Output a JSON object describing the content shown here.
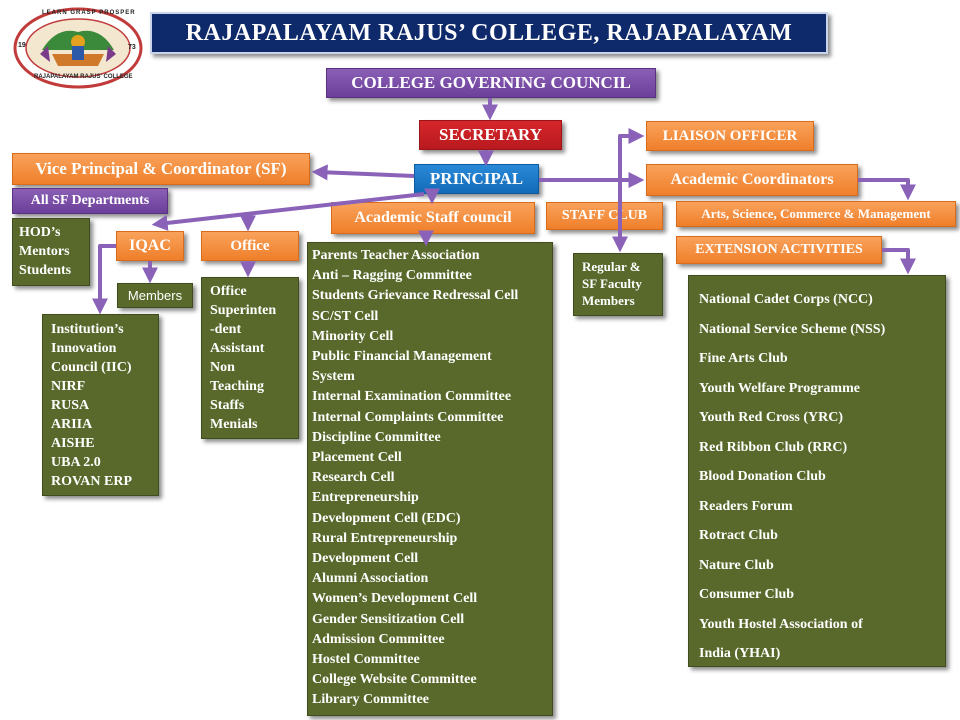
{
  "logo": {
    "top_text": "LEARN GRASP PROSPER",
    "bottom_text": "RAJAPALAYAM RAJUS' COLLEGE",
    "year_left": "19",
    "year_right": "73"
  },
  "title": "RAJAPALAYAM RAJUS’ COLLEGE, RAJAPALAYAM",
  "governing_council": "COLLEGE GOVERNING COUNCIL",
  "secretary": "SECRETARY",
  "principal": "PRINCIPAL",
  "liaison_officer": "LIAISON OFFICER",
  "vice_principal": "Vice Principal & Coordinator (SF)",
  "all_sf_departments": "All SF Departments",
  "academic_coordinators": "Academic Coordinators",
  "arts_science": "Arts, Science, Commerce & Management",
  "academic_staff_council": "Academic Staff council",
  "staff_club": "STAFF CLUB",
  "extension_activities": "EXTENSION ACTIVITIES",
  "hod_box": [
    "HOD’s",
    "Mentors",
    "Students"
  ],
  "iqac": "IQAC",
  "office": "Office",
  "members": "Members",
  "office_list": [
    "Office",
    "Superinten",
    "-dent",
    "Assistant",
    "Non",
    "Teaching",
    "Staffs",
    "Menials"
  ],
  "iqac_list": [
    "Institution’s",
    "Innovation",
    "Council  (IIC)",
    "NIRF",
    "RUSA",
    "ARIIA",
    "AISHE",
    "UBA 2.0",
    "ROVAN ERP"
  ],
  "staff_club_members": [
    "Regular &",
    "SF Faculty",
    "Members"
  ],
  "committees": [
    "Parents Teacher Association",
    "Anti  – Ragging Committee",
    "Students Grievance Redressal Cell",
    "SC/ST Cell",
    "Minority Cell",
    "Public Financial  Management",
    "System",
    "Internal Examination  Committee",
    "Internal Complaints  Committee",
    "Discipline Committee",
    "Placement Cell",
    "Research Cell",
    "Entrepreneurship",
    "Development Cell (EDC)",
    "Rural Entrepreneurship",
    "Development Cell",
    "Alumni  Association",
    "Women’s  Development Cell",
    "Gender Sensitization Cell",
    "Admission  Committee",
    "Hostel Committee",
    "College Website Committee",
    "Library  Committee"
  ],
  "extension_list": [
    "National Cadet Corps  (NCC)",
    "National Service Scheme (NSS)",
    "Fine Arts  Club",
    "Youth  Welfare Programme",
    "Youth  Red Cross (YRC)",
    "Red Ribbon  Club  (RRC)",
    "Blood Donation Club",
    "Readers Forum",
    "Rotract Club",
    "Nature Club",
    "Consumer  Club",
    "Youth  Hostel Association of",
    "India  (YHAI)"
  ],
  "colors": {
    "title_bg": "#0f2a6b",
    "purple": "#7b4fa8",
    "red": "#c8202a",
    "blue": "#1a78c8",
    "orange": "#f28c3a",
    "green": "#58692b",
    "arrow": "#8a62b8"
  }
}
